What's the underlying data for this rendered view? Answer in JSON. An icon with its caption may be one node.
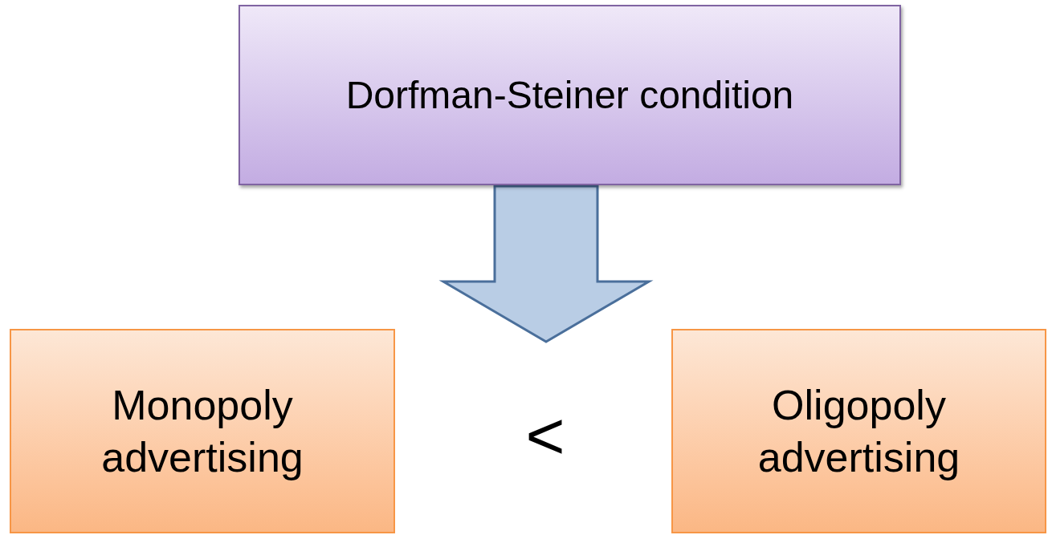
{
  "diagram": {
    "nodes": [
      {
        "text": [
          "Dorfman-Steiner condition"
        ]
      },
      {
        "text": [
          "Monopoly advertising"
        ]
      },
      {
        "text": [
          "Oligopoly advertising"
        ]
      },
      {
        "text": [
          "<"
        ]
      }
    ],
    "edges": [
      {
        "from": 0,
        "to": 3,
        "arrow": "to",
        "style": "thick"
      }
    ]
  }
}
